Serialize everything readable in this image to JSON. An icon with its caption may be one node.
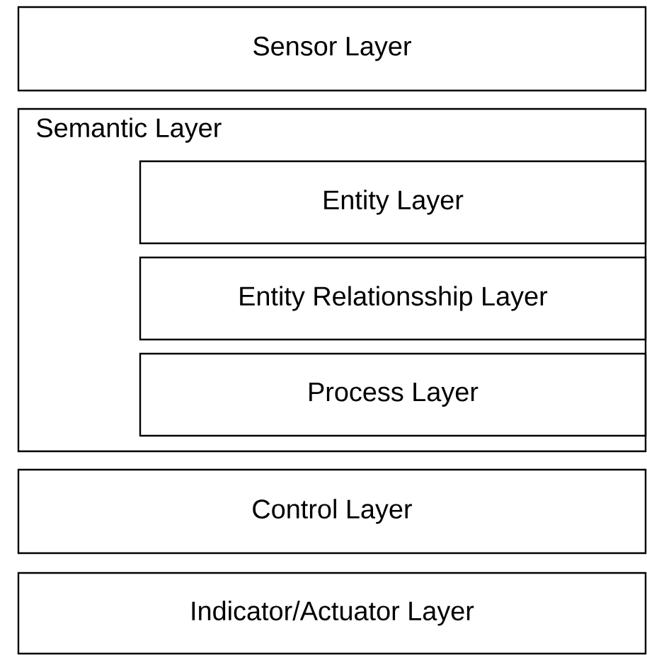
{
  "diagram": {
    "nodes": [
      {
        "text": [
          "Sensor Layer"
        ]
      },
      {
        "text": [
          "Semantic Layer"
        ]
      },
      {
        "text": [
          "Entity Layer"
        ],
        "in": 1
      },
      {
        "text": [
          "Entity Relationsship Layer"
        ],
        "in": 1
      },
      {
        "text": [
          "Process Layer"
        ],
        "in": 1
      },
      {
        "text": [
          "Control Layer"
        ]
      },
      {
        "text": [
          "Indicator/Actuator Layer"
        ]
      }
    ]
  }
}
